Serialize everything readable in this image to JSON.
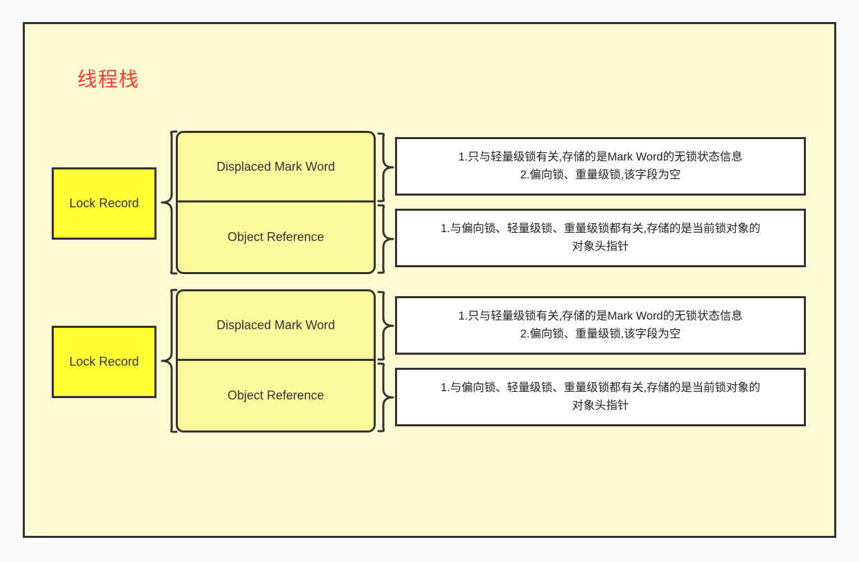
{
  "panel": {
    "title": "线程栈",
    "title_color": "#ff3b30",
    "background_color": "#fdfbd4",
    "border_color": "#33332e"
  },
  "colors": {
    "page_background": "#f9f9fb",
    "lock_record_fill": "#ffff33",
    "field_cell_fill": "#fcfa9c",
    "note_fill": "#ffffff",
    "stroke": "#33332e"
  },
  "groups": [
    {
      "lock_record_label": "Lock Record",
      "fields": [
        {
          "label": "Displaced Mark Word",
          "note_lines": [
            "1.只与轻量级锁有关,存储的是Mark Word的无锁状态信息",
            "2.偏向锁、重量级锁,该字段为空"
          ]
        },
        {
          "label": "Object Reference",
          "note_lines": [
            "1.与偏向锁、轻量级锁、重量级锁都有关,存储的是当前锁对象的",
            "对象头指针"
          ]
        }
      ]
    },
    {
      "lock_record_label": "Lock Record",
      "fields": [
        {
          "label": "Displaced Mark Word",
          "note_lines": [
            "1.只与轻量级锁有关,存储的是Mark Word的无锁状态信息",
            "2.偏向锁、重量级锁,该字段为空"
          ]
        },
        {
          "label": "Object Reference",
          "note_lines": [
            "1.与偏向锁、轻量级锁、重量级锁都有关,存储的是当前锁对象的",
            "对象头指针"
          ]
        }
      ]
    }
  ]
}
